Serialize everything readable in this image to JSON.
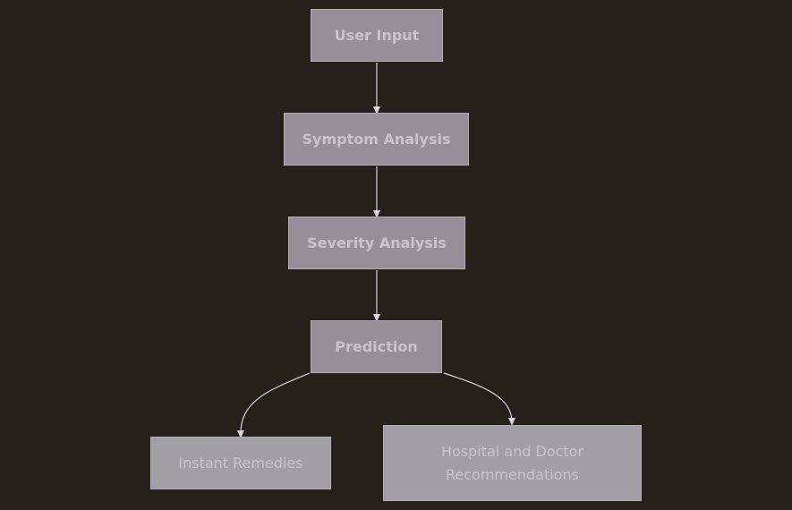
{
  "diagram": {
    "nodes": [
      {
        "id": "user-input",
        "label": "User Input"
      },
      {
        "id": "symptom-analysis",
        "label": "Symptom Analysis"
      },
      {
        "id": "severity-analysis",
        "label": "Severity Analysis"
      },
      {
        "id": "prediction",
        "label": "Prediction"
      },
      {
        "id": "instant-remedies",
        "label": "Instant Remedies"
      },
      {
        "id": "hospital-doctor",
        "label": "Hospital and Doctor\nRecommendations"
      }
    ],
    "edges": [
      {
        "from": "user-input",
        "to": "symptom-analysis"
      },
      {
        "from": "symptom-analysis",
        "to": "severity-analysis"
      },
      {
        "from": "severity-analysis",
        "to": "prediction"
      },
      {
        "from": "prediction",
        "to": "instant-remedies"
      },
      {
        "from": "prediction",
        "to": "hospital-doctor"
      }
    ],
    "colors": {
      "background": "#24211b",
      "node_fill": "#948f99",
      "node_text": "#c8c4cc",
      "edge": "#d8d4dc"
    }
  }
}
